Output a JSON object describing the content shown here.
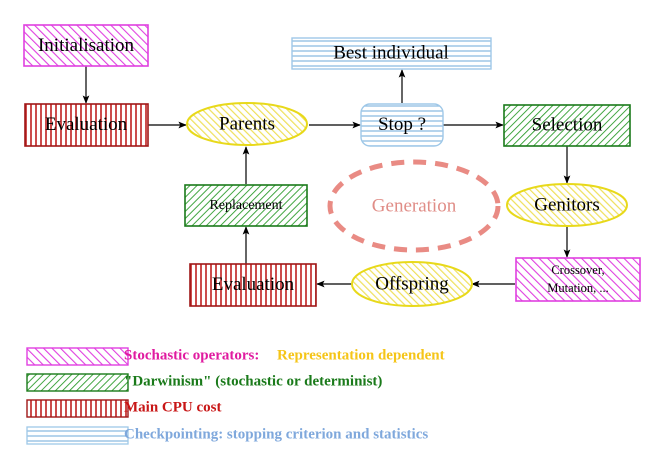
{
  "diagram": {
    "title": "Evolutionary algorithm cycle",
    "nodes": {
      "initialisation": {
        "label": "Initialisation",
        "style": "stochastic"
      },
      "evaluation_top": {
        "label": "Evaluation",
        "style": "cpu"
      },
      "parents": {
        "label": "Parents",
        "style": "yellow-ellipse"
      },
      "best_individual": {
        "label": "Best individual",
        "style": "checkpoint"
      },
      "stop": {
        "label": "Stop ?",
        "style": "checkpoint-rounded"
      },
      "selection": {
        "label": "Selection",
        "style": "darwinism"
      },
      "genitors": {
        "label": "Genitors",
        "style": "yellow-ellipse"
      },
      "crossover": {
        "label_line1": "Crossover,",
        "label_line2": "Mutation, ...",
        "style": "stochastic"
      },
      "offspring": {
        "label": "Offspring",
        "style": "yellow-ellipse"
      },
      "evaluation_bottom": {
        "label": "Evaluation",
        "style": "cpu"
      },
      "replacement": {
        "label": "Replacement",
        "style": "darwinism"
      },
      "generation": {
        "label": "Generation",
        "style": "dashed-ellipse"
      }
    },
    "edges": [
      {
        "from": "initialisation",
        "to": "evaluation_top"
      },
      {
        "from": "evaluation_top",
        "to": "parents"
      },
      {
        "from": "parents",
        "to": "stop"
      },
      {
        "from": "stop",
        "to": "best_individual"
      },
      {
        "from": "stop",
        "to": "selection"
      },
      {
        "from": "selection",
        "to": "genitors"
      },
      {
        "from": "genitors",
        "to": "crossover"
      },
      {
        "from": "crossover",
        "to": "offspring"
      },
      {
        "from": "offspring",
        "to": "evaluation_bottom"
      },
      {
        "from": "evaluation_bottom",
        "to": "replacement"
      },
      {
        "from": "replacement",
        "to": "parents"
      }
    ]
  },
  "legend": {
    "items": [
      {
        "swatch": "magenta-diagonal",
        "parts": [
          {
            "text": "Stochastic operators:",
            "color": "#e01ba0"
          },
          {
            "text": "Representation dependent",
            "color": "#f5c518"
          }
        ]
      },
      {
        "swatch": "green-diagonal",
        "parts": [
          {
            "text": "\"Darwinism\" (stochastic or determinist)",
            "color": "#1a7a1a"
          }
        ]
      },
      {
        "swatch": "red-vertical",
        "parts": [
          {
            "text": "Main CPU cost",
            "color": "#c81616"
          }
        ]
      },
      {
        "swatch": "blue-horizontal",
        "parts": [
          {
            "text": "Checkpointing: stopping criterion and statistics",
            "color": "#7fa8dc"
          }
        ]
      }
    ]
  },
  "colors": {
    "stochastic_border": "#e040e0",
    "stochastic_hatch": "#e040e0",
    "darwinism_border": "#1a7a1a",
    "darwinism_hatch": "#2d9c2d",
    "cpu_border": "#a01818",
    "cpu_hatch": "#c02020",
    "checkpoint_border": "#9fc8e8",
    "checkpoint_hatch": "#8fbde2",
    "yellow_border": "#e8d91a",
    "yellow_hatch": "#e8d91a",
    "generation_dash": "#e98b84",
    "arrow": "#000000"
  }
}
